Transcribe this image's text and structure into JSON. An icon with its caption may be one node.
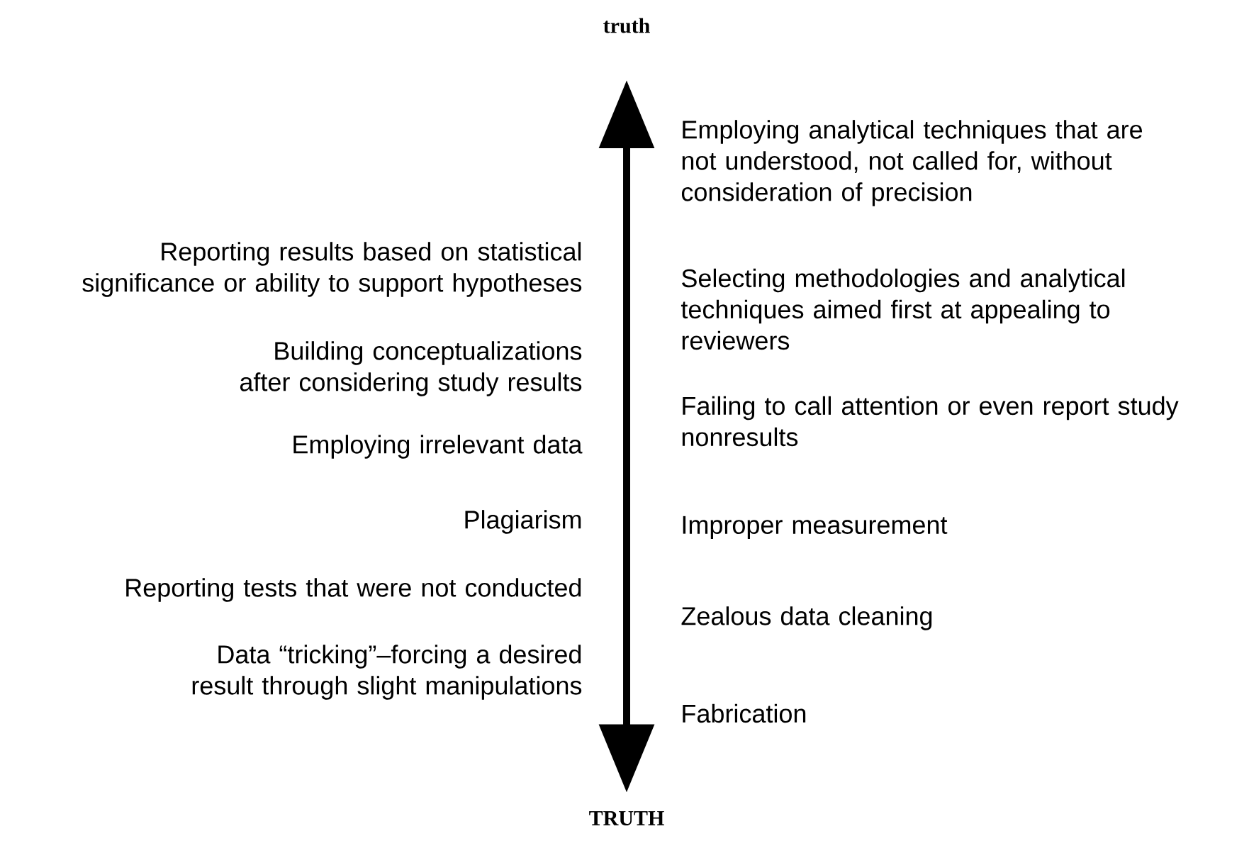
{
  "diagram": {
    "nodes": [
      {
        "text": [
          "truth"
        ]
      },
      {
        "text": [
          "TRUTH"
        ]
      }
    ],
    "edges": [
      {
        "from": 0,
        "to": 1,
        "arrow": "both"
      }
    ],
    "labels": [
      "Reporting results based on statistical significance or ability to support hypotheses",
      "Building conceptualizations after considering study results",
      "Employing irrelevant data",
      "Plagiarism",
      "Reporting tests that were not conducted",
      "Data “tricking”–forcing a desired result through slight manipulations",
      "Employing analytical techniques that are not understood, not called for, without consideration of precision",
      "Selecting methodologies and analytical techniques aimed first at appealing to reviewers",
      "Failing to call attention or even report study nonresults",
      "Improper measurement",
      "Zealous data cleaning",
      "Fabrication"
    ]
  }
}
